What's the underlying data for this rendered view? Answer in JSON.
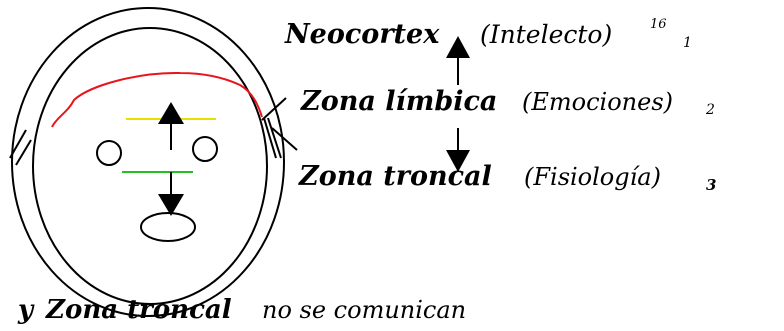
{
  "labels": {
    "neocortex": {
      "name": "Neocortex",
      "desc": "(Intelecto)",
      "sup": "16",
      "num": "1"
    },
    "limbica": {
      "name": "Zona límbica",
      "desc": "(Emociones)",
      "num": "2"
    },
    "troncal": {
      "name": "Zona troncal",
      "desc": "(Fisiología)",
      "num": "3"
    }
  },
  "bottom_text": {
    "prefix": "y",
    "bold": "Zona troncal",
    "rest": "no se comunican"
  },
  "colors": {
    "neocortex_line": "#e8141c",
    "limbic_line": "#e8e000",
    "troncal_line": "#22c020",
    "ink": "#000000"
  }
}
